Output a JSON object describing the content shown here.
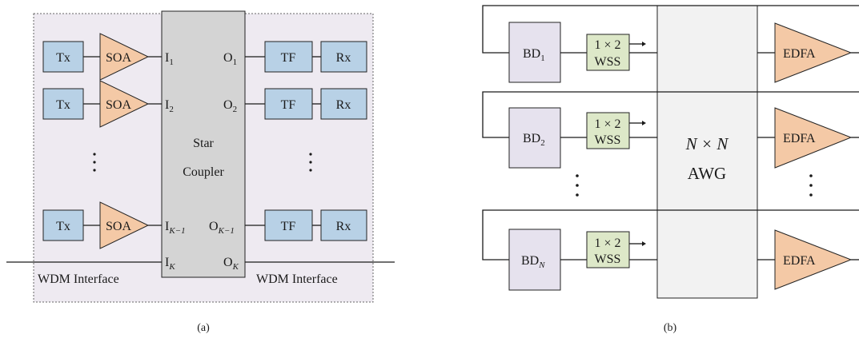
{
  "panel_a": {
    "caption": "(a)",
    "tx_label": "Tx",
    "soa_label": "SOA",
    "tf_label": "TF",
    "rx_label": "Rx",
    "coupler_line1": "Star",
    "coupler_line2": "Coupler",
    "inputs": [
      {
        "main": "I",
        "sub": "1"
      },
      {
        "main": "I",
        "sub": "2"
      },
      {
        "main": "I",
        "sub": "K−1"
      },
      {
        "main": "I",
        "sub": "K"
      }
    ],
    "outputs": [
      {
        "main": "O",
        "sub": "1"
      },
      {
        "main": "O",
        "sub": "2"
      },
      {
        "main": "O",
        "sub": "K−1"
      },
      {
        "main": "O",
        "sub": "K"
      }
    ],
    "wdm_left": "WDM Interface",
    "wdm_right": "WDM Interface",
    "colors": {
      "tx": "#b8d1e6",
      "soa": "#f4c9a6",
      "coupler": "#d4d4d4",
      "background": "#eeeaf1"
    }
  },
  "panel_b": {
    "caption": "(b)",
    "bd": [
      {
        "main": "BD",
        "sub": "1"
      },
      {
        "main": "BD",
        "sub": "2"
      },
      {
        "main": "BD",
        "sub": "N"
      }
    ],
    "wss_line1": "1 × 2",
    "wss_line2": "WSS",
    "awg_line1": "N × N",
    "awg_line2": "AWG",
    "edfa_label": "EDFA",
    "colors": {
      "bd": "#e6e2ee",
      "wss": "#dde8c8",
      "awg": "#f2f2f2",
      "edfa": "#f4c9a6"
    }
  }
}
